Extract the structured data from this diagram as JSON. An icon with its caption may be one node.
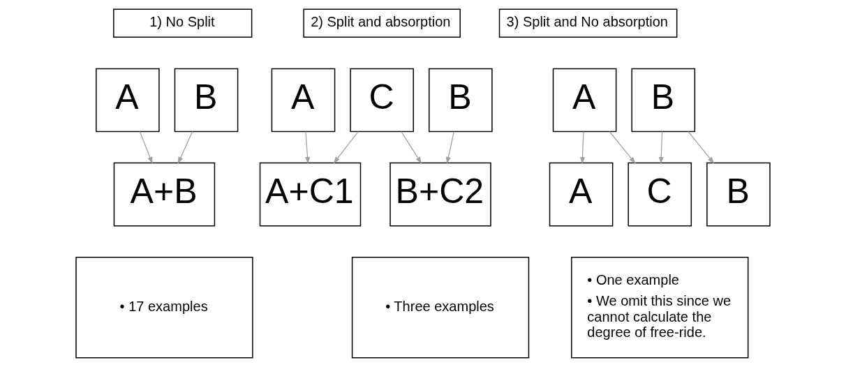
{
  "diagram": {
    "nodes": [
      {
        "text": [
          "1) No Split"
        ]
      },
      {
        "text": [
          "2) Split and absorption"
        ]
      },
      {
        "text": [
          "3) Split and No absorption"
        ]
      },
      {
        "text": [
          "A"
        ]
      },
      {
        "text": [
          "B"
        ]
      },
      {
        "text": [
          "A"
        ]
      },
      {
        "text": [
          "C"
        ]
      },
      {
        "text": [
          "B"
        ]
      },
      {
        "text": [
          "A"
        ]
      },
      {
        "text": [
          "B"
        ]
      },
      {
        "text": [
          "A+B"
        ]
      },
      {
        "text": [
          "A+C1"
        ]
      },
      {
        "text": [
          "B+C2"
        ]
      },
      {
        "text": [
          "A"
        ]
      },
      {
        "text": [
          "C"
        ]
      },
      {
        "text": [
          "B"
        ]
      },
      {
        "text": [
          "• 17 examples"
        ]
      },
      {
        "text": [
          "• Three examples"
        ]
      },
      {
        "text": [
          "• One example",
          "• We omit this since we cannot calculate the degree of free-ride."
        ]
      }
    ],
    "edges": [
      {
        "from": 3,
        "to": 10,
        "arrow": "to"
      },
      {
        "from": 4,
        "to": 10,
        "arrow": "to"
      },
      {
        "from": 5,
        "to": 11,
        "arrow": "to"
      },
      {
        "from": 6,
        "to": 11,
        "arrow": "to"
      },
      {
        "from": 6,
        "to": 12,
        "arrow": "to"
      },
      {
        "from": 7,
        "to": 12,
        "arrow": "to"
      },
      {
        "from": 8,
        "to": 13,
        "arrow": "to"
      },
      {
        "from": 8,
        "to": 14,
        "arrow": "to"
      },
      {
        "from": 9,
        "to": 14,
        "arrow": "to"
      },
      {
        "from": 9,
        "to": 15,
        "arrow": "to"
      }
    ]
  }
}
